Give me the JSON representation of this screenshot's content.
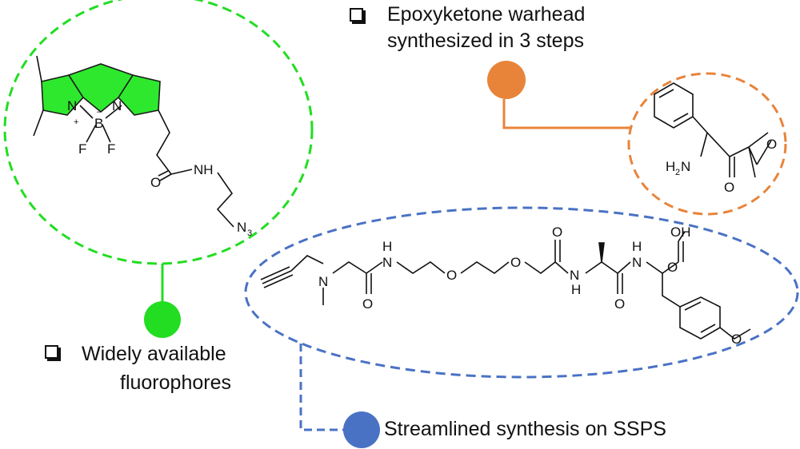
{
  "colors": {
    "fluorophore": "#22dd22",
    "fluorophore_fill": "#2ee82e",
    "warhead": "#e8843a",
    "peptide": "#4a72c4",
    "ink": "#111111"
  },
  "callouts": {
    "warhead": {
      "checkbox_icon": "checkbox-icon",
      "line1": "Epoxyketone warhead",
      "line2": "synthesized in 3 steps"
    },
    "fluorophore": {
      "checkbox_icon": "checkbox-icon",
      "line1": "Widely available",
      "line2": "fluorophores"
    },
    "peptide": {
      "label": "Streamlined synthesis on SSPS"
    }
  },
  "atoms": {
    "bodipy": {
      "n1": "N",
      "n2": "N",
      "b": "B",
      "f1": "F",
      "f2": "F",
      "plus": "+",
      "minus": "–",
      "o": "O",
      "nh": "NH",
      "n3": "N",
      "n3_sub": "3"
    },
    "warhead": {
      "h2n": "H",
      "h2n_sub": "2",
      "h2n_n": "N",
      "o_ketone": "O",
      "o_epoxide": "O"
    },
    "peptide": {
      "n_methyl": "N",
      "o1": "O",
      "h1": "H",
      "n1": "N",
      "o_ether1": "O",
      "o_ether2": "O",
      "o2": "O",
      "n2": "N",
      "h2": "H",
      "o3": "O",
      "n3": "N",
      "h3": "H",
      "oh": "OH",
      "o4": "O",
      "o_methoxy": "O"
    }
  }
}
